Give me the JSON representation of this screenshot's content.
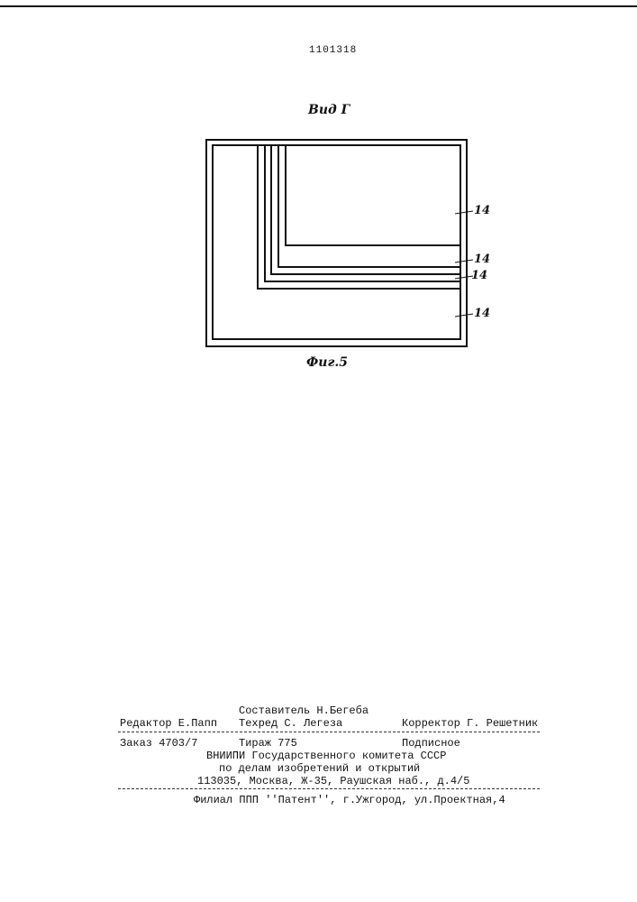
{
  "header": {
    "patent_number": "1101318"
  },
  "figure": {
    "view_label": "Вид Г",
    "caption": "Фиг.5",
    "reference_labels": [
      "14",
      "14",
      "14",
      "14"
    ]
  },
  "colophon": {
    "compiler": "Составитель Н.Бегеба",
    "editor": "Редактор Е.Папп",
    "techred": "Техред С. Легеза",
    "corrector": "Корректор Г. Решетник",
    "order": "Заказ 4703/7",
    "circulation": "Тираж 775",
    "subscription": "Подписное",
    "org_line1": "ВНИИПИ Государственного комитета СССР",
    "org_line2": "по делам изобретений и открытий",
    "address": "113035, Москва, Ж-35, Раушская наб., д.4/5",
    "branch": "Филиал ППП ''Патент'', г.Ужгород, ул.Проектная,4"
  }
}
